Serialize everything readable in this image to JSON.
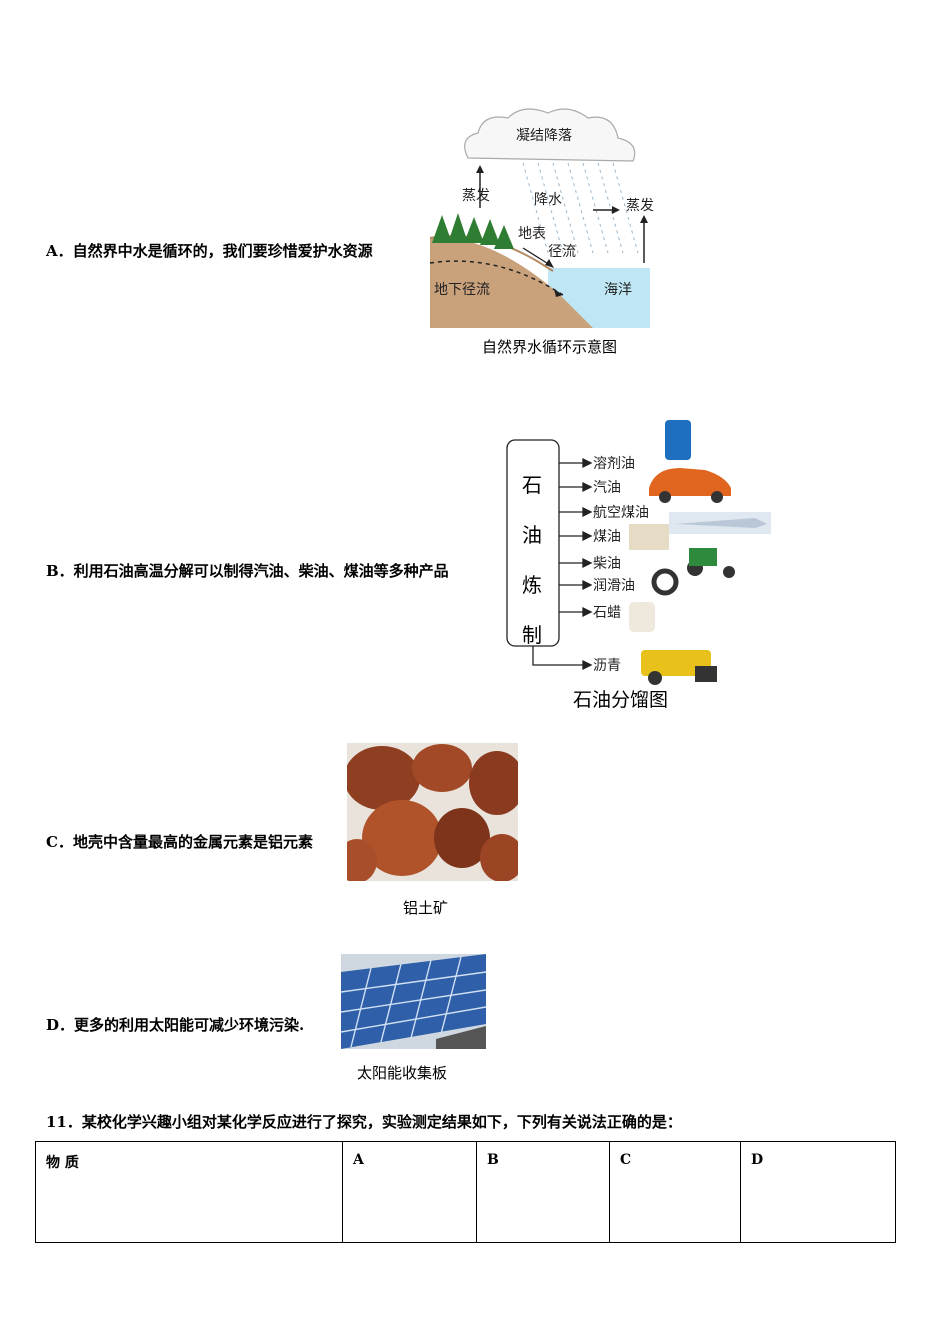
{
  "options": {
    "a": {
      "text": "A．自然界中水是循环的，我们要珍惜爱护水资源",
      "caption": "自然界水循环示意图",
      "diagram": {
        "cloud": "凝结降落",
        "evap_left": "蒸发",
        "precip": "降水",
        "evap_right": "蒸发",
        "surface": "地表",
        "runoff": "径流",
        "ground": "地下径流",
        "ocean": "海洋"
      }
    },
    "b": {
      "text": "B．利用石油高温分解可以制得汽油、柴油、煤油等多种产品",
      "caption": "石油分馏图",
      "box": [
        "石",
        "油",
        "炼",
        "制"
      ],
      "products": [
        "溶剂油",
        "汽油",
        "航空煤油",
        "煤油",
        "柴油",
        "润滑油",
        "石蜡",
        "沥青"
      ]
    },
    "c": {
      "text": "C．地壳中含量最高的金属元素是铝元素",
      "caption": "铝土矿"
    },
    "d": {
      "text": "D．更多的利用太阳能可减少环境污染.",
      "caption": "太阳能收集板"
    }
  },
  "question": {
    "text": "11．某校化学兴趣小组对某化学反应进行了探究，实验测定结果如下，下列有关说法正确的是：",
    "table_headers": [
      "物  质",
      "A",
      "B",
      "C",
      "D"
    ]
  },
  "colors": {
    "ocean": "#bfe6f5",
    "soil": "#c9a27c",
    "panel": "#2f5fa8"
  }
}
